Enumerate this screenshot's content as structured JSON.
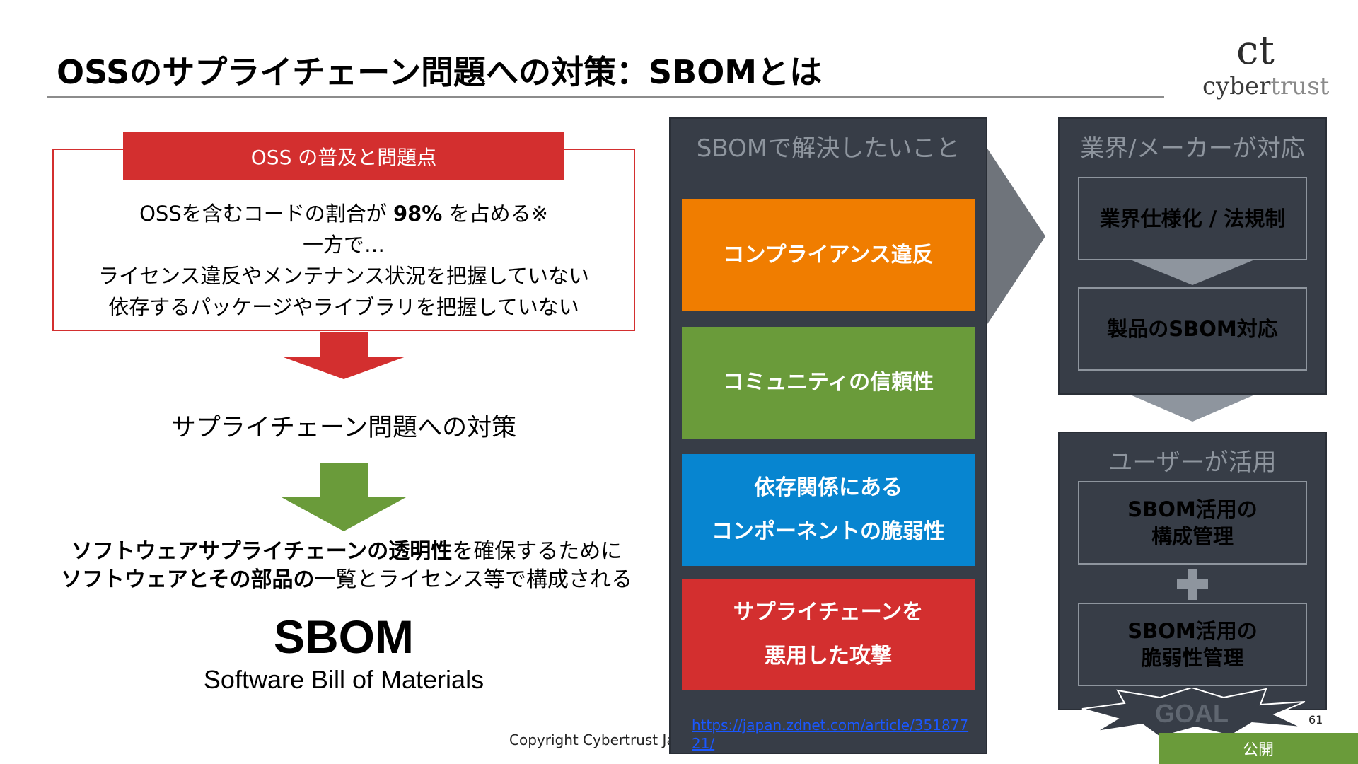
{
  "title": "OSSのサプライチェーン問題への対策：SBOMとは",
  "logo": {
    "mark": "ct",
    "word_dark": "cyber",
    "word_light": "trust"
  },
  "oss": {
    "header": "OSS の普及と問題点",
    "line1_pre": "OSSを含むコードの割合が ",
    "line1_bold": "98%",
    "line1_post": " を占める※",
    "line2": "一方で…",
    "line3": "ライセンス違反やメンテナンス状況を把握していない",
    "line4": "依存するパッケージやライブラリを把握していない"
  },
  "supply_chain_measure": "サプライチェーン問題への対策",
  "transparency": {
    "bold1": "ソフトウェアサプライチェーンの透明性",
    "normal1": "を確保するために",
    "bold2": "ソフトウェアとその部品の",
    "normal2": "一覧とライセンス等で構成される"
  },
  "sbom": {
    "acronym": "SBOM",
    "expansion": "Software Bill of Materials"
  },
  "copyright": "Copyright Cybertrust Ja",
  "middle": {
    "title": "SBOMで解決したいこと",
    "issues": [
      {
        "lines": [
          "コンプライアンス違反"
        ],
        "color": "#f07d00"
      },
      {
        "lines": [
          "コミュニティの信頼性"
        ],
        "color": "#6a9b3a"
      },
      {
        "lines": [
          "依存関係にある",
          "コンポーネントの脆弱性"
        ],
        "color": "#0785d0"
      },
      {
        "lines": [
          "サプライチェーンを",
          "悪用した攻撃"
        ],
        "color": "#d32f2f"
      }
    ],
    "link": "https://japan.zdnet.com/article/35187721/"
  },
  "right": {
    "panel1_title": "業界/メーカーが対応",
    "box1": "業界仕様化 / 法規制",
    "box2": "製品のSBOM対応",
    "panel2_title": "ユーザーが活用",
    "box3_l1": "SBOM活用の",
    "box3_l2": "構成管理",
    "box4_l1": "SBOM活用の",
    "box4_l2": "脆弱性管理",
    "goal": "GOAL"
  },
  "page_number": "61",
  "badge": "公開",
  "colors": {
    "accent_red": "#d32f2f",
    "accent_green": "#6a9b3a",
    "panel_dark": "#373d47",
    "link_blue": "#1a57ff"
  }
}
